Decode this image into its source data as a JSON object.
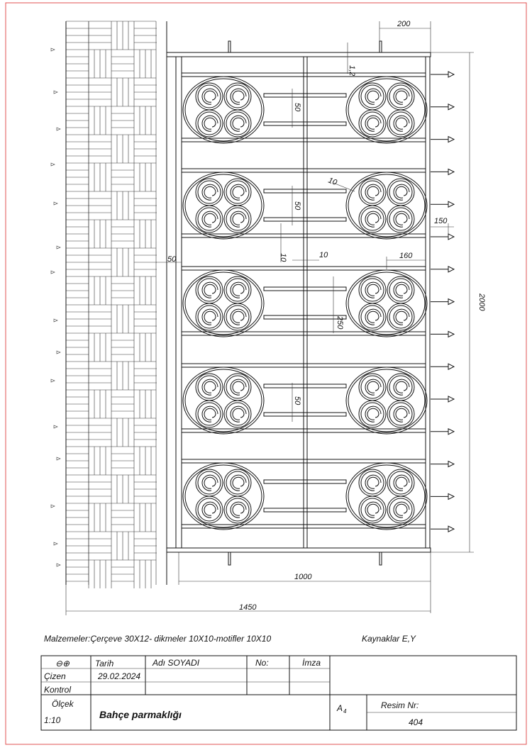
{
  "drawing": {
    "dimensions": {
      "top_width": "200",
      "frame_thickness": "1,2",
      "bar_gap_1": "50",
      "bar_gap_2": "50",
      "bar_gap_3": "50",
      "motif_wall": "10",
      "arrow_length": "150",
      "gap_vertical": "10",
      "post_width": "10",
      "wall_gap": "50",
      "motif_width": "160",
      "row_height": "250",
      "total_height": "2000",
      "inner_width": "1000",
      "total_width": "1450"
    },
    "motif_rows": 5
  },
  "notes": {
    "materials": "Malzemeler:Çerçeve 30X12- dikmeler 10X10-motifler 10X10",
    "sources": "Kaynaklar E,Y"
  },
  "title_block": {
    "projection_symbol": "⊖⊕",
    "date_header": "Tarih",
    "name_header": "Adı SOYADI",
    "no_header": "No:",
    "signature_header": "İmza",
    "drawn_by_label": "Çizen",
    "drawn_date": "29.02.2024",
    "checked_label": "Kontrol",
    "scale_label": "Ölçek",
    "scale_value": "1:10",
    "title": "Bahçe parmaklığı",
    "paper_size": "A",
    "paper_size_sub": "4",
    "drawing_no_label": "Resim Nr:",
    "drawing_no": "404"
  },
  "colors": {
    "border": "#e05050",
    "ink": "#111111"
  }
}
